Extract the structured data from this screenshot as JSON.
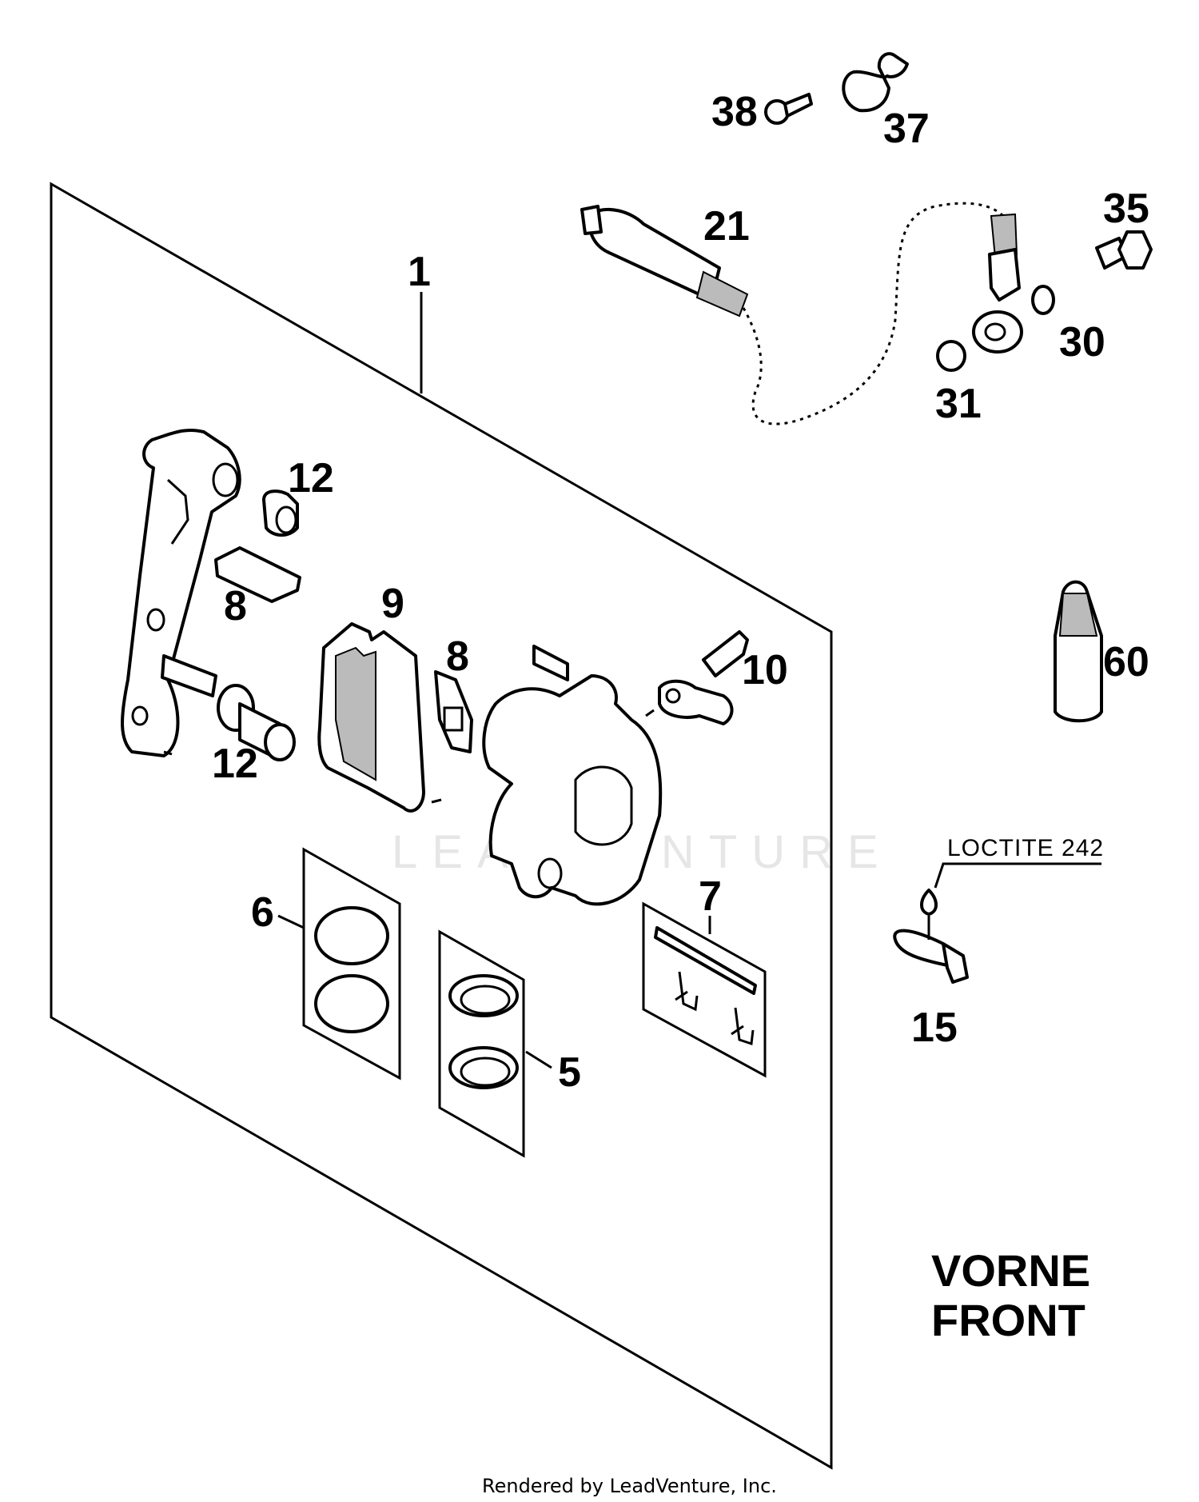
{
  "diagram": {
    "callouts": {
      "c1": "1",
      "c5": "5",
      "c6": "6",
      "c7": "7",
      "c8a": "8",
      "c8b": "8",
      "c9": "9",
      "c10": "10",
      "c12a": "12",
      "c12b": "12",
      "c15": "15",
      "c21": "21",
      "c30": "30",
      "c31": "31",
      "c35": "35",
      "c37": "37",
      "c38": "38",
      "c60": "60"
    },
    "loctite_note": "LOCTITE 242",
    "orientation_line1": "VORNE",
    "orientation_line2": "FRONT",
    "watermark": "LEADVENTURE",
    "footer": "Rendered by LeadVenture, Inc."
  }
}
